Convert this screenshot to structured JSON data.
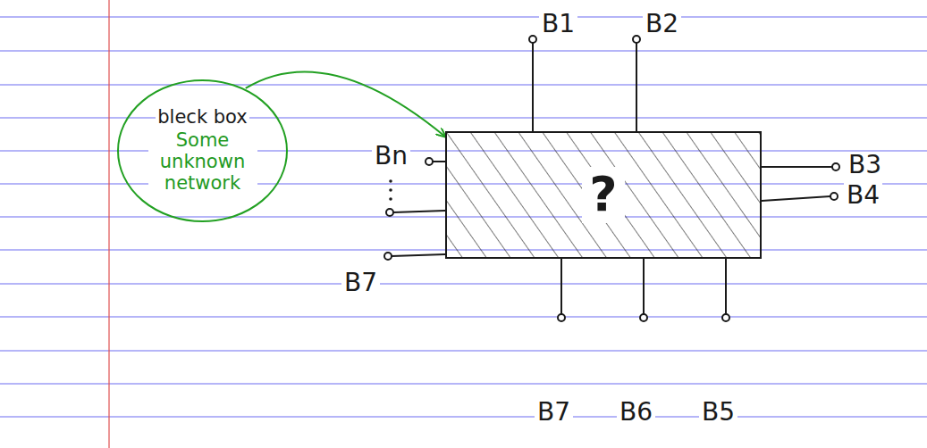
{
  "diagram": {
    "nodes": [
      {
        "text": [
          "bleck box",
          "Some unknown network"
        ]
      },
      {
        "text": [
          "?"
        ]
      }
    ],
    "edges": [
      {
        "from": 0,
        "to": 1,
        "arrow": "to"
      }
    ],
    "labels": [
      "B1",
      "B2",
      "B3",
      "B4",
      "Bn",
      "B7",
      "B7",
      "B6",
      "B5"
    ]
  }
}
